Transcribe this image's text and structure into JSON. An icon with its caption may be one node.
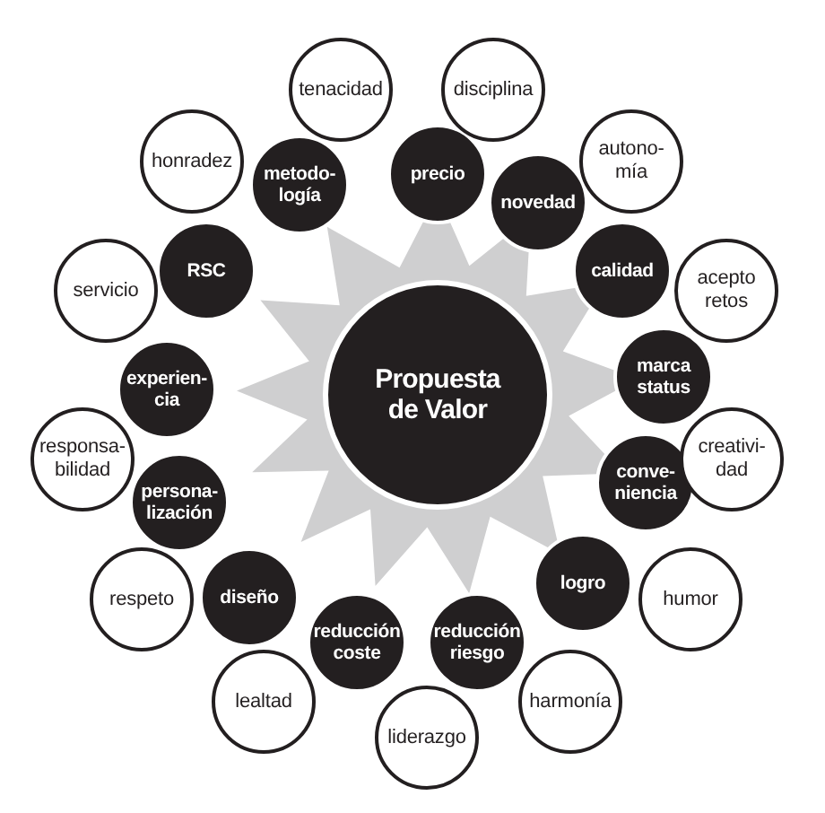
{
  "diagram": {
    "nodes": [
      {
        "text": [
          "Propuesta de Valor"
        ]
      },
      {
        "text": [
          "precio"
        ]
      },
      {
        "text": [
          "novedad"
        ]
      },
      {
        "text": [
          "calidad"
        ]
      },
      {
        "text": [
          "marca status"
        ]
      },
      {
        "text": [
          "conve- niencia"
        ]
      },
      {
        "text": [
          "logro"
        ]
      },
      {
        "text": [
          "reducción riesgo"
        ]
      },
      {
        "text": [
          "reducción coste"
        ]
      },
      {
        "text": [
          "diseño"
        ]
      },
      {
        "text": [
          "persona- lización"
        ]
      },
      {
        "text": [
          "experien- cia"
        ]
      },
      {
        "text": [
          "RSC"
        ]
      },
      {
        "text": [
          "metodo- logía"
        ]
      },
      {
        "text": [
          "tenacidad"
        ]
      },
      {
        "text": [
          "disciplina"
        ]
      },
      {
        "text": [
          "autono- mía"
        ]
      },
      {
        "text": [
          "acepto retos"
        ]
      },
      {
        "text": [
          "creativi- dad"
        ]
      },
      {
        "text": [
          "humor"
        ]
      },
      {
        "text": [
          "harmonía"
        ]
      },
      {
        "text": [
          "liderazgo"
        ]
      },
      {
        "text": [
          "lealtad"
        ]
      },
      {
        "text": [
          "respeto"
        ]
      },
      {
        "text": [
          "responsa- bilidad"
        ]
      },
      {
        "text": [
          "servicio"
        ]
      },
      {
        "text": [
          "honradez"
        ]
      }
    ]
  }
}
